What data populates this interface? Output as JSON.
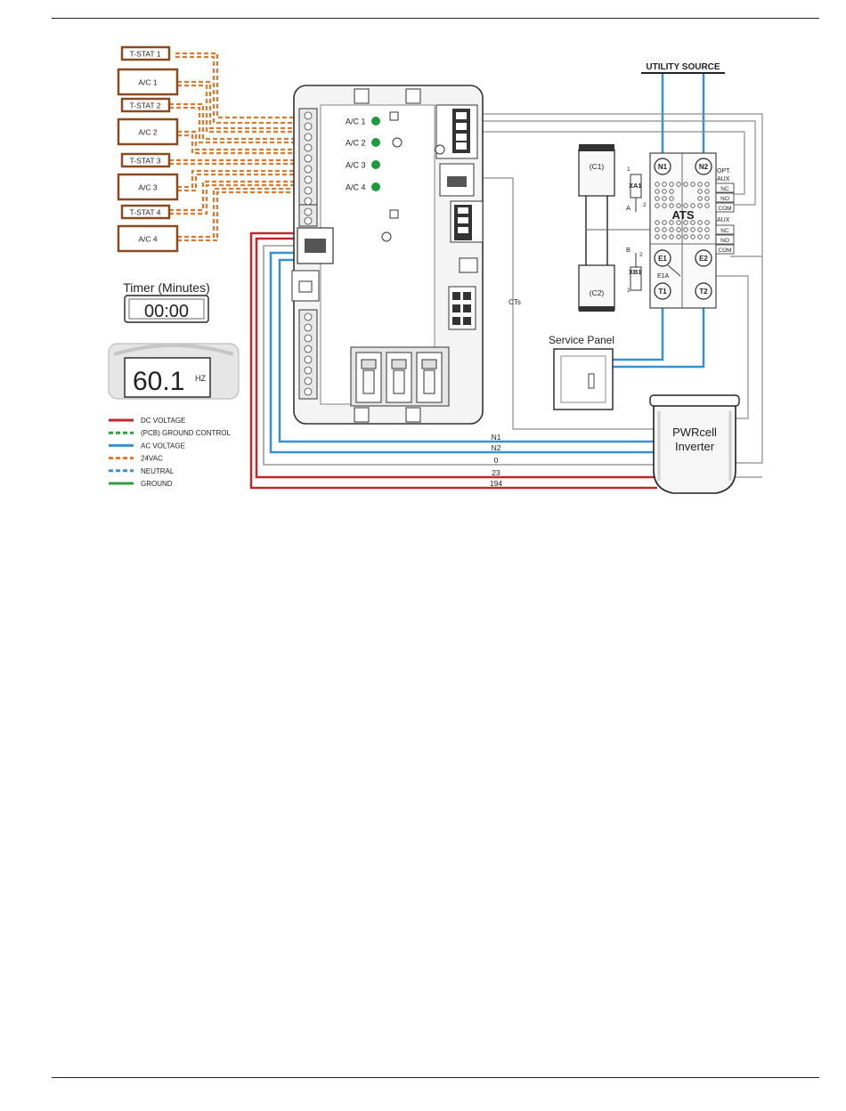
{
  "thermostats": [
    "T-STAT 1",
    "T-STAT 2",
    "T-STAT 3",
    "T-STAT 4"
  ],
  "air_conditioners": [
    "A/C 1",
    "A/C 2",
    "A/C 3",
    "A/C 4"
  ],
  "module_leds": [
    "A/C 1",
    "A/C 2",
    "A/C 3",
    "A/C 4"
  ],
  "timer": {
    "title": "Timer (Minutes)",
    "value": "00:00"
  },
  "frequency": {
    "value": "60.1",
    "unit": "HZ"
  },
  "legend": [
    {
      "label": "DC VOLTAGE",
      "color": "#c0282b",
      "style": "solid"
    },
    {
      "label": "(PCB) GROUND CONTROL",
      "color": "#2e9e3e",
      "style": "dashed"
    },
    {
      "label": "AC VOLTAGE",
      "color": "#3a8fd0",
      "style": "solid"
    },
    {
      "label": "24VAC",
      "color": "#e0782c",
      "style": "dashed"
    },
    {
      "label": "NEUTRAL",
      "color": "#3a8fd0",
      "style": "dashed"
    },
    {
      "label": "GROUND",
      "color": "#2e9e3e",
      "style": "solid"
    }
  ],
  "utility_source": "UTILITY SOURCE",
  "ats": {
    "label": "ATS",
    "terminals": {
      "n1": "N1",
      "n2": "N2",
      "e1": "E1",
      "e2": "E2",
      "t1": "T1",
      "t2": "T2",
      "e1a": "E1A"
    },
    "contactors": {
      "c1": "(C1)",
      "c2": "(C2)"
    },
    "relays": {
      "xa1": "XA1",
      "xb1": "XB1",
      "a": "A",
      "b": "B",
      "one_top": "1",
      "two_top": "2",
      "two_bottom": "2",
      "one_bottom": "1"
    },
    "aux_top": {
      "title_1": "OPT.",
      "title_2": "AUX",
      "nc": "NC",
      "no": "NO",
      "com": "COM"
    },
    "aux_bottom": {
      "title": "AUX",
      "nc": "NC",
      "no": "NO",
      "com": "COM"
    }
  },
  "service_panel": "Service Panel",
  "inverter": {
    "line1": "PWRcell",
    "line2": "Inverter"
  },
  "cts_label": "CTs",
  "wires": [
    "N1",
    "N2",
    "0",
    "23",
    "194"
  ],
  "colors": {
    "dc": "#c0282b",
    "ac": "#3a8fd0",
    "vac24": "#e0782c",
    "ground": "#2e9e3e",
    "led": "#1f9a3f",
    "device_border": "#8a4a22"
  }
}
